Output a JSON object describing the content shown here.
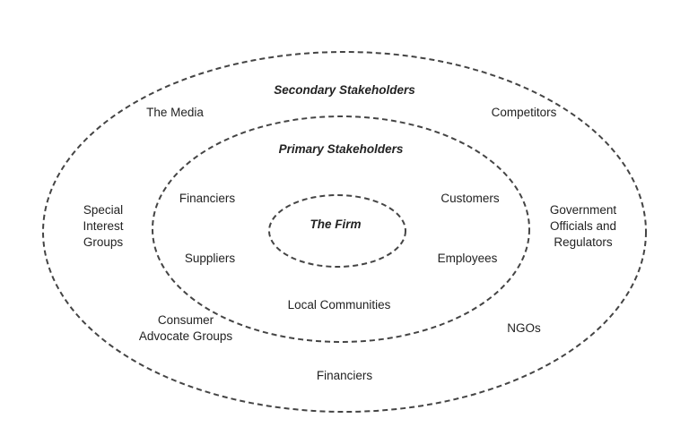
{
  "secondary": {
    "title": "Secondary Stakeholders",
    "items": [
      "The Media",
      "Competitors",
      "Special\nInterest\nGroups",
      "Government\nOfficials and\nRegulators",
      "Consumer\nAdvocate Groups",
      "NGOs",
      "Financiers"
    ]
  },
  "primary": {
    "title": "Primary Stakeholders",
    "items": [
      "Financiers",
      "Customers",
      "Suppliers",
      "Employees",
      "Local Communities"
    ]
  },
  "core": {
    "title": "The Firm"
  },
  "colors": {
    "stroke": "#444444",
    "text": "#222222"
  }
}
